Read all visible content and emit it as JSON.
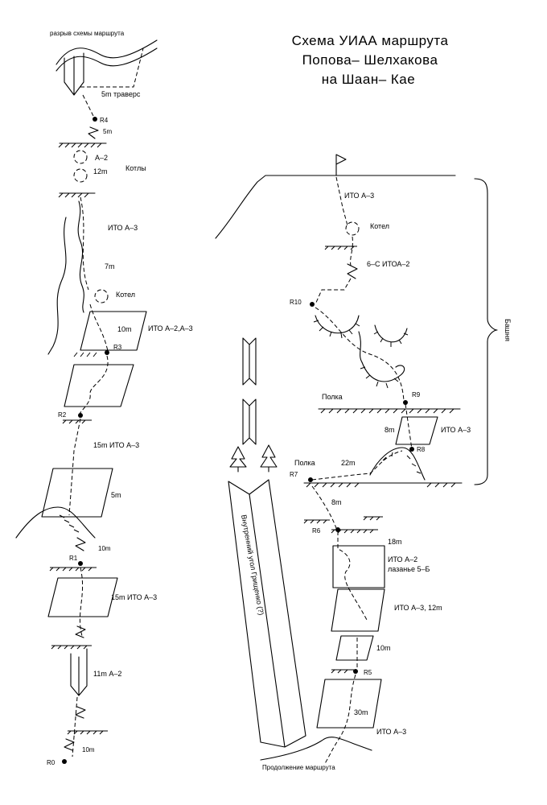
{
  "title": {
    "line1": "Схема УИАА маршрута",
    "line2": "Попова– Шелхакова",
    "line3": "на  Шаан– Кае"
  },
  "left": {
    "break_label": "разрыв схемы маршрута",
    "traverse": "5m траверс",
    "r4": "R4",
    "l_5m": "5m",
    "a2": "А–2",
    "l_12m": "12m",
    "kotly": "Котлы",
    "ito_a3_top": "ИТО А–3",
    "l_7m": "7m",
    "kotel": "Котел",
    "l_10m": "10m",
    "ito_a2a3": "ИТО А–2,А–3",
    "r3": "R3",
    "r2": "R2",
    "l_15m_ito": "15m ИТО А–3",
    "l_5m_b": "5m",
    "l_10m_b": "10m",
    "r1": "R1",
    "l_15m_ito_b": "15m  ИТО А–3",
    "l_11m_a2": "11m  А–2",
    "l_10m_c": "10m",
    "r0": "R0"
  },
  "right": {
    "ito_a3_top": "ИТО А–3",
    "kotel": "Котел",
    "six_c": "6–С ИТОА–2",
    "r10": "R10",
    "bashnya": "Башня",
    "polka1": "Полка",
    "r9": "R9",
    "l_8m": "8m",
    "ito_a3_mid": "ИТО А–3",
    "r8": "R8",
    "polka2": "Полка",
    "r7": "R7",
    "l_22m": "22m",
    "l_8m_b": "8m",
    "r6": "R6",
    "l_18m": "18m",
    "ito_a2": "ИТО А–2",
    "lazanye": "лазанье 5–Б",
    "ito_a3_12": "ИТО А–3, 12m",
    "l_10m": "10m",
    "r5": "R5",
    "l_30m": "30m",
    "ito_a3_bot": "ИТО А–3",
    "continuation": "Продолжение маршрута",
    "corner_label": "Внутренний угол Грищенко (?)"
  }
}
